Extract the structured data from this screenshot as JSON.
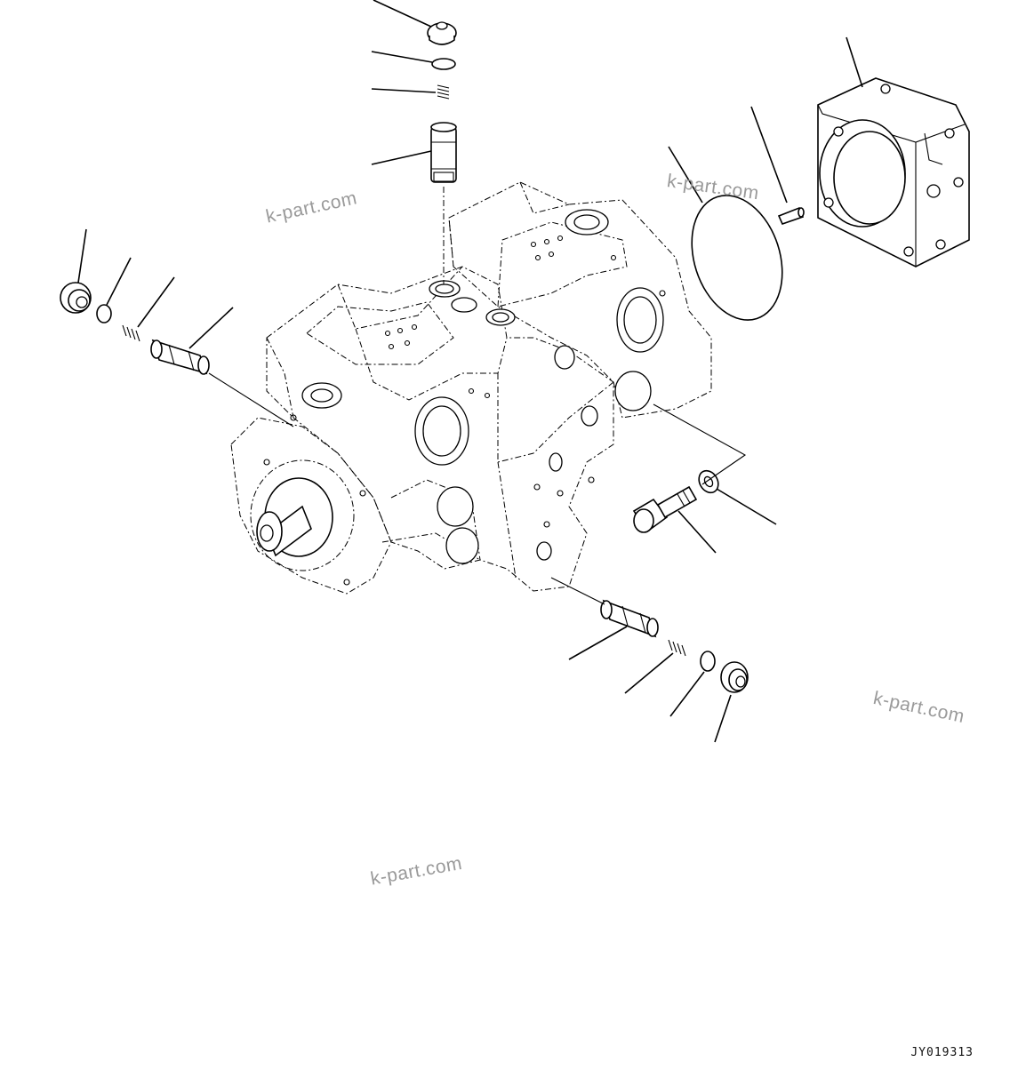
{
  "watermarks": [
    "k-part.com",
    "k-part.com",
    "k-part.com",
    "k-part.com"
  ],
  "drawing_code": "JY019313"
}
